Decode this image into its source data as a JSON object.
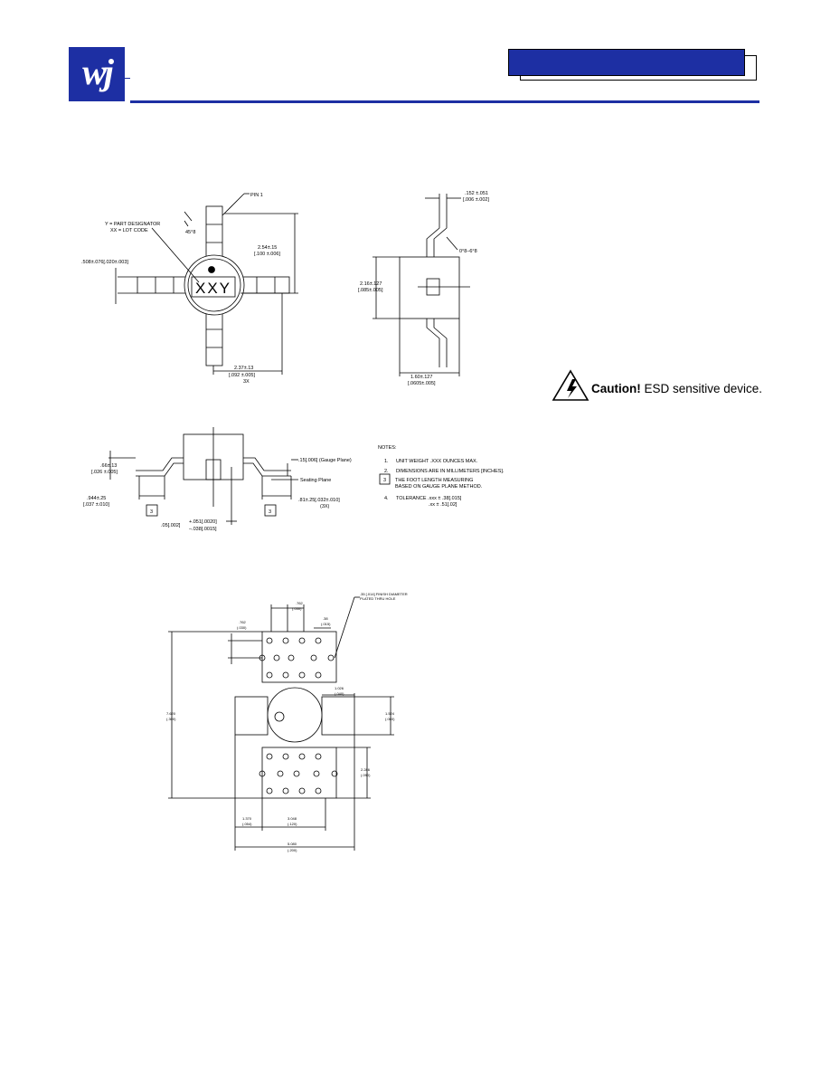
{
  "header": {
    "logo_text": "wj",
    "colors": {
      "brand": "#1d2fa3"
    }
  },
  "top_view": {
    "pin_label": "PIN 1",
    "part_note_1": "Y = PART DESIGNATOR",
    "part_note_2": "XX = LOT CODE",
    "angle": "45°8",
    "dim_left": ".508±.076[.020±.003]",
    "dim_right_1": "2.54±.15",
    "dim_right_2": "[.100 ±.006]",
    "dim_bottom_1": "2.37±.13",
    "dim_bottom_2": "[.092 ±.005]",
    "dim_bottom_3": "3X",
    "marking": "XXY"
  },
  "side_view": {
    "dim_top_1": ".152 ±.051",
    "dim_top_2": "[.006 ±.002]",
    "angle": "0°8–6°8",
    "dim_left_1": "2.16±.127",
    "dim_left_2": "[.085±.005]",
    "dim_bottom_1": "1.60±.127",
    "dim_bottom_2": "[.0605±.005]"
  },
  "front_view": {
    "dim_a_1": ".66±.13",
    "dim_a_2": "[.026 ±.005]",
    "dim_b_1": ".944±.25",
    "dim_b_2": "[.037 ±.010]",
    "gauge": ".15[.006] (Gauge Plane)",
    "seating": "Seating Plane",
    "dim_c_1": ".81±.25[.032±.010]",
    "dim_c_2": "(3X)",
    "dim_d_1": "+.051[.0020]",
    "dim_d_2": ".05[.002]",
    "dim_d_3": "–.038[.0015]",
    "callout": "3"
  },
  "notes": {
    "title": "NOTES:",
    "n1_num": "1.",
    "n1": "UNIT WEIGHT .XXX OUNCES MAX.",
    "n2_num": "2.",
    "n2": "DIMENSIONS ARE IN  MILLIMETERS [INCHES].",
    "n3_num": "3",
    "n3a": "THE FOOT LENGTH MEASURING",
    "n3b": "BASED ON GAUGE PLANE METHOD.",
    "n4_num": "4.",
    "n4a": "TOLERANCE .xxx ± .38[.015]",
    "n4b": ".xx ± .51[.02]"
  },
  "footprint": {
    "via_note_1": ".35 [.014] FINISH DIAMETER",
    "via_note_2": "PLATED THRU HOLE",
    "d_pitch_1": ".762",
    "d_pitch_2": "(.030)",
    "d_edge_1": ".762",
    "d_edge_2": "(.030)",
    "d_via_1": ".38",
    "d_via_2": "(.015)",
    "d_height_1": "7.620",
    "d_height_2": "(.300)",
    "d_pad_1": "1.026",
    "d_pad_2": "(.040)",
    "d_padh_1": "1.524",
    "d_padh_2": "(.060)",
    "d_lower_1": "2.286",
    "d_lower_2": "(.090)",
    "d_bl_1": "1.370",
    "d_bl_2": "(.054)",
    "d_bm_1": "3.048",
    "d_bm_2": "(.120)",
    "d_w_1": "5.080",
    "d_w_2": "(.200)"
  },
  "caution": {
    "label": "Caution!",
    "text": " ESD sensitive device."
  }
}
